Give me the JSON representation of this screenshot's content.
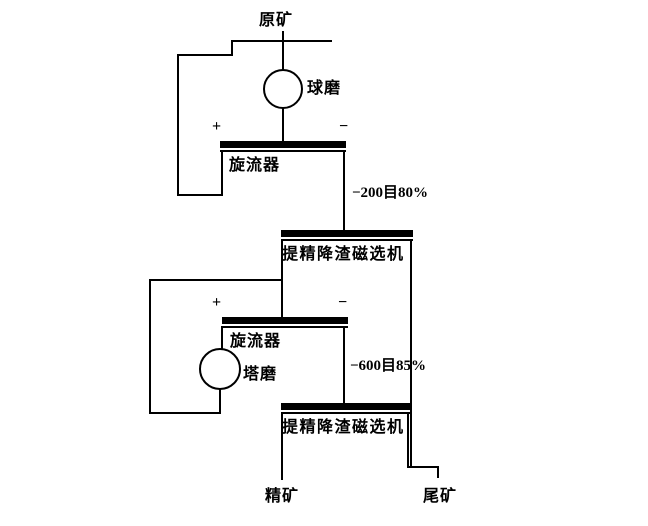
{
  "diagram": {
    "nodes": {
      "raw_ore": "原矿",
      "ball_mill": "球磨",
      "cyclone1": "旋流器",
      "separator1": "提精降渣磁选机",
      "cyclone2": "旋流器",
      "tower_mill": "塔磨",
      "separator2": "提精降渣磁选机",
      "concentrate": "精矿",
      "tailings": "尾矿"
    },
    "marks": {
      "cyclone1_plus": "+",
      "cyclone1_minus": "−",
      "cyclone2_plus": "+",
      "cyclone2_minus": "−"
    },
    "annotations": {
      "grind1": "−200目80%",
      "grind2": "−600目85%"
    },
    "colors": {
      "line": "#000000",
      "background": "#ffffff"
    }
  }
}
